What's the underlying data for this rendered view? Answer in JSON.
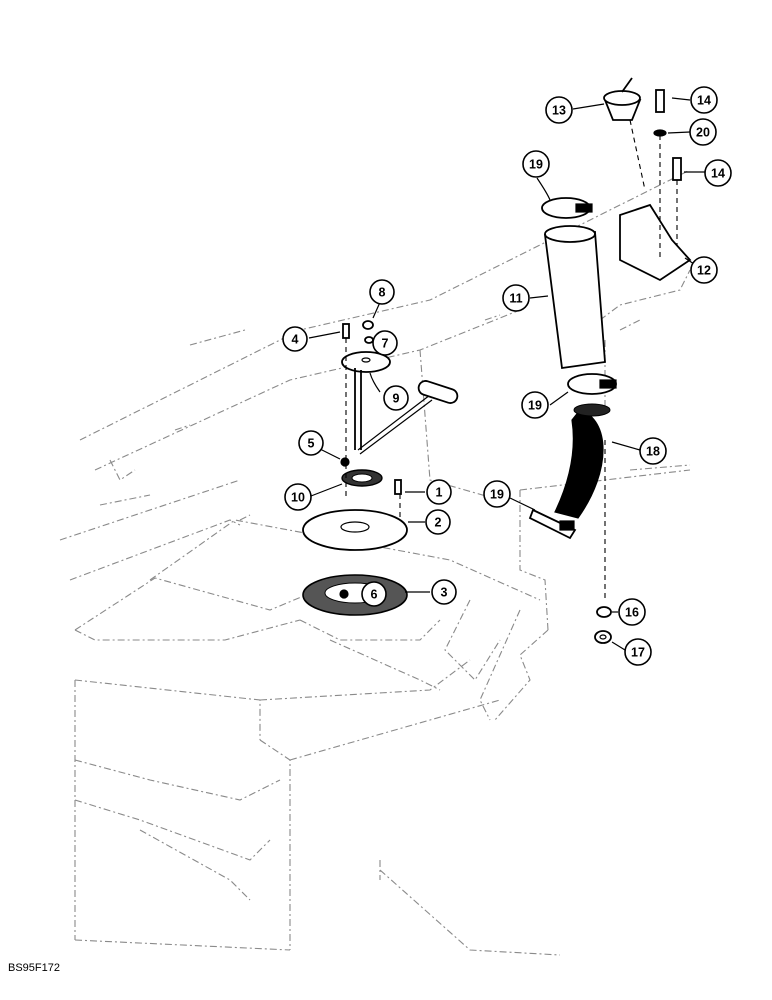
{
  "figure_ref": "BS95F172",
  "callouts": [
    {
      "id": "c13",
      "label": "13"
    },
    {
      "id": "c14a",
      "label": "14"
    },
    {
      "id": "c20",
      "label": "20"
    },
    {
      "id": "c14b",
      "label": "14"
    },
    {
      "id": "c19a",
      "label": "19"
    },
    {
      "id": "c12",
      "label": "12"
    },
    {
      "id": "c11",
      "label": "11"
    },
    {
      "id": "c8",
      "label": "8"
    },
    {
      "id": "c4",
      "label": "4"
    },
    {
      "id": "c7",
      "label": "7"
    },
    {
      "id": "c9",
      "label": "9"
    },
    {
      "id": "c19b",
      "label": "19"
    },
    {
      "id": "c18",
      "label": "18"
    },
    {
      "id": "c5",
      "label": "5"
    },
    {
      "id": "c10",
      "label": "10"
    },
    {
      "id": "c1",
      "label": "1"
    },
    {
      "id": "c19c",
      "label": "19"
    },
    {
      "id": "c2",
      "label": "2"
    },
    {
      "id": "c3",
      "label": "3"
    },
    {
      "id": "c6",
      "label": "6"
    },
    {
      "id": "c16",
      "label": "16"
    },
    {
      "id": "c17",
      "label": "17"
    }
  ]
}
